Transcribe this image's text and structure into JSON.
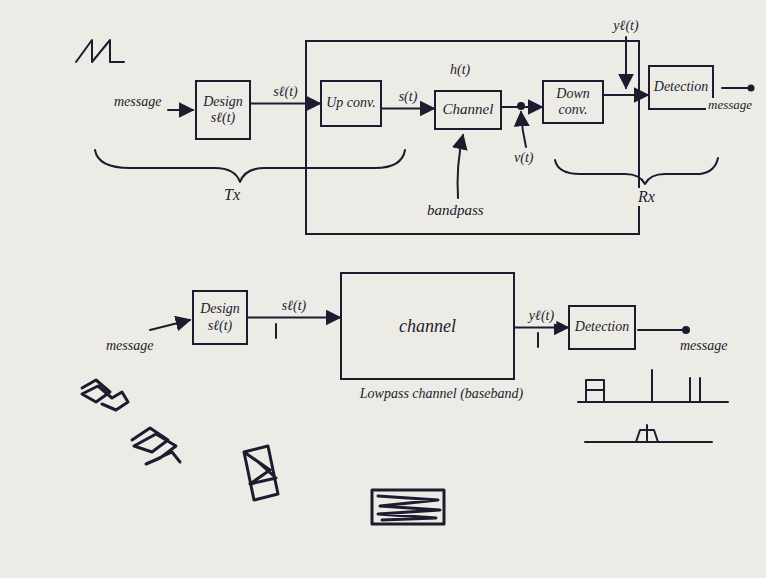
{
  "diagram": {
    "nodes": [
      {
        "text": [
          "Design sℓ(t)"
        ]
      },
      {
        "text": [
          "bandpass"
        ]
      },
      {
        "text": [
          "Up conv."
        ],
        "in": 1
      },
      {
        "text": [
          "Channel"
        ],
        "in": 1
      },
      {
        "text": [
          "Down conv."
        ],
        "in": 1
      },
      {
        "text": [
          "Detection"
        ]
      },
      {
        "text": [
          "Design sℓ(t)"
        ]
      },
      {
        "text": [
          "channel"
        ]
      },
      {
        "text": [
          "Detection"
        ]
      }
    ],
    "edges": [
      {
        "from": 0,
        "to": 2,
        "label": "sℓ(t)",
        "arrow": "to"
      },
      {
        "from": 2,
        "to": 3,
        "label": "s(t)",
        "arrow": "to"
      },
      {
        "from": 3,
        "to": 4,
        "arrow": "to"
      },
      {
        "from": 4,
        "to": 5,
        "label": "yℓ(t)",
        "arrow": "to"
      },
      {
        "from": 6,
        "to": 7,
        "label": "sℓ(t)",
        "arrow": "to"
      },
      {
        "from": 7,
        "to": 8,
        "label": "yℓ(t)",
        "arrow": "to"
      }
    ],
    "labels": [
      "message",
      "h(t)",
      "message",
      "v(t)",
      "Tx",
      "Rx",
      "message",
      "message",
      "Lowpass channel (baseband)"
    ]
  }
}
